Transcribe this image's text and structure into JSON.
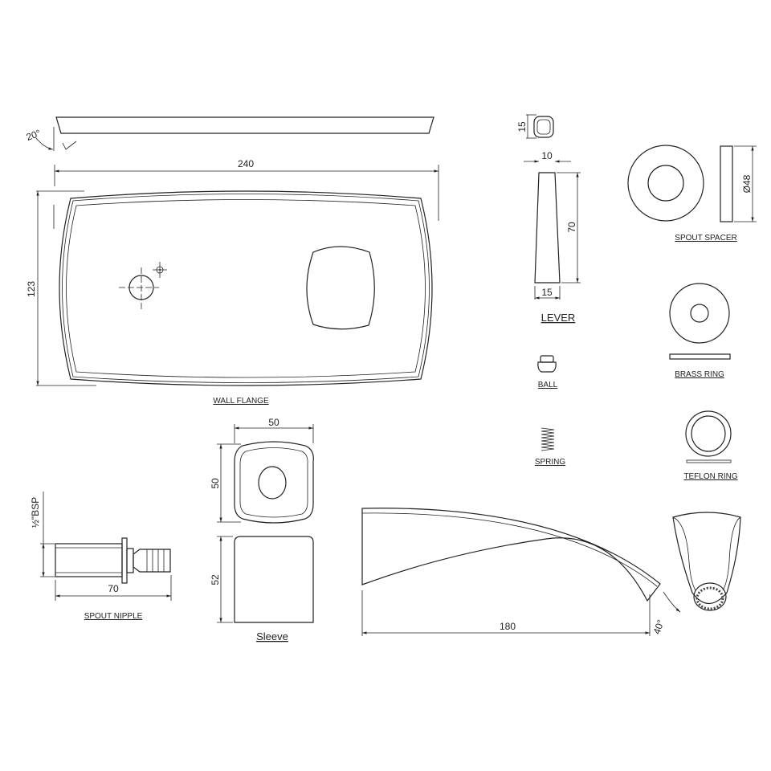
{
  "labels": {
    "wall_flange": "WALL FLANGE",
    "lever": "LEVER",
    "ball": "BALL",
    "spring": "SPRING",
    "spout_spacer": "SPOUT SPACER",
    "brass_ring": "BRASS RING",
    "teflon_ring": "TEFLON RING",
    "spout_nipple": "SPOUT NIPPLE",
    "sleeve": "Sleeve"
  },
  "dimensions": {
    "flange_angle": "20°",
    "flange_width": "240",
    "flange_height": "123",
    "lever_knob": "15",
    "lever_top": "10",
    "lever_length": "70",
    "lever_bottom": "15",
    "spacer_diameter": "Ø48",
    "sleeve_width": "50",
    "sleeve_depth": "50",
    "sleeve_height": "52",
    "nipple_thread": "½\"BSP",
    "nipple_length": "70",
    "spout_length": "180",
    "spout_angle": "40°"
  },
  "colors": {
    "line": "#222222",
    "background": "#ffffff"
  }
}
